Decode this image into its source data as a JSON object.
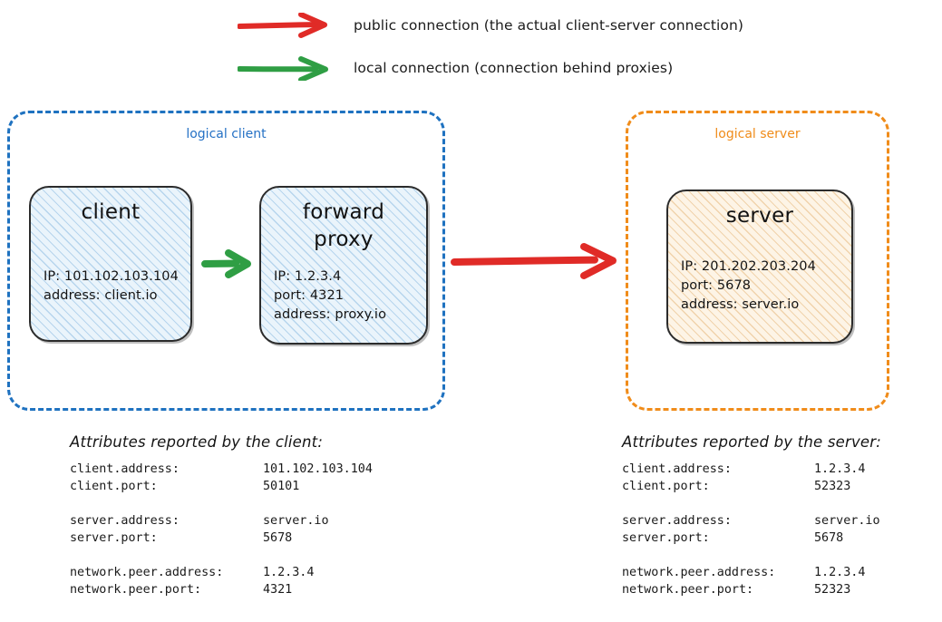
{
  "legend": {
    "items": [
      {
        "icon": "red-arrow-icon",
        "color": "#e02b27",
        "label": "public connection (the actual client-server connection)"
      },
      {
        "icon": "green-arrow-icon",
        "color": "#2f9e44",
        "label": "local connection (connection behind proxies)"
      }
    ]
  },
  "logical_client": {
    "caption": "logical client",
    "color": "#2571c5",
    "nodes": [
      {
        "title": "client",
        "attrs": [
          "IP: 101.102.103.104",
          "address: client.io"
        ]
      },
      {
        "title": "forward\nproxy",
        "attrs": [
          "IP: 1.2.3.4",
          "port: 4321",
          "address: proxy.io"
        ]
      }
    ]
  },
  "logical_server": {
    "caption": "logical server",
    "color": "#f08c1a",
    "nodes": [
      {
        "title": "server",
        "attrs": [
          "IP: 201.202.203.204",
          "port: 5678",
          "address: server.io"
        ]
      }
    ]
  },
  "arrows": {
    "local_connection": {
      "color": "#2f9e44",
      "from": "client",
      "to": "forward proxy"
    },
    "public_connection": {
      "color": "#e02b27",
      "from": "forward proxy",
      "to": "server"
    }
  },
  "attributes_client": {
    "heading": "Attributes reported by the client:",
    "rows": [
      {
        "key": "client.address:",
        "value": "101.102.103.104"
      },
      {
        "key": "client.port:",
        "value": "50101"
      },
      {
        "key": "",
        "value": ""
      },
      {
        "key": "server.address:",
        "value": "server.io"
      },
      {
        "key": "server.port:",
        "value": "5678"
      },
      {
        "key": "",
        "value": ""
      },
      {
        "key": "network.peer.address:",
        "value": "1.2.3.4"
      },
      {
        "key": "network.peer.port:",
        "value": "4321"
      }
    ]
  },
  "attributes_server": {
    "heading": "Attributes reported by the server:",
    "rows": [
      {
        "key": "client.address:",
        "value": "1.2.3.4"
      },
      {
        "key": "client.port:",
        "value": "52323"
      },
      {
        "key": "",
        "value": ""
      },
      {
        "key": "server.address:",
        "value": "server.io"
      },
      {
        "key": "server.port:",
        "value": "5678"
      },
      {
        "key": "",
        "value": ""
      },
      {
        "key": "network.peer.address:",
        "value": "1.2.3.4"
      },
      {
        "key": "network.peer.port:",
        "value": "52323"
      }
    ]
  }
}
